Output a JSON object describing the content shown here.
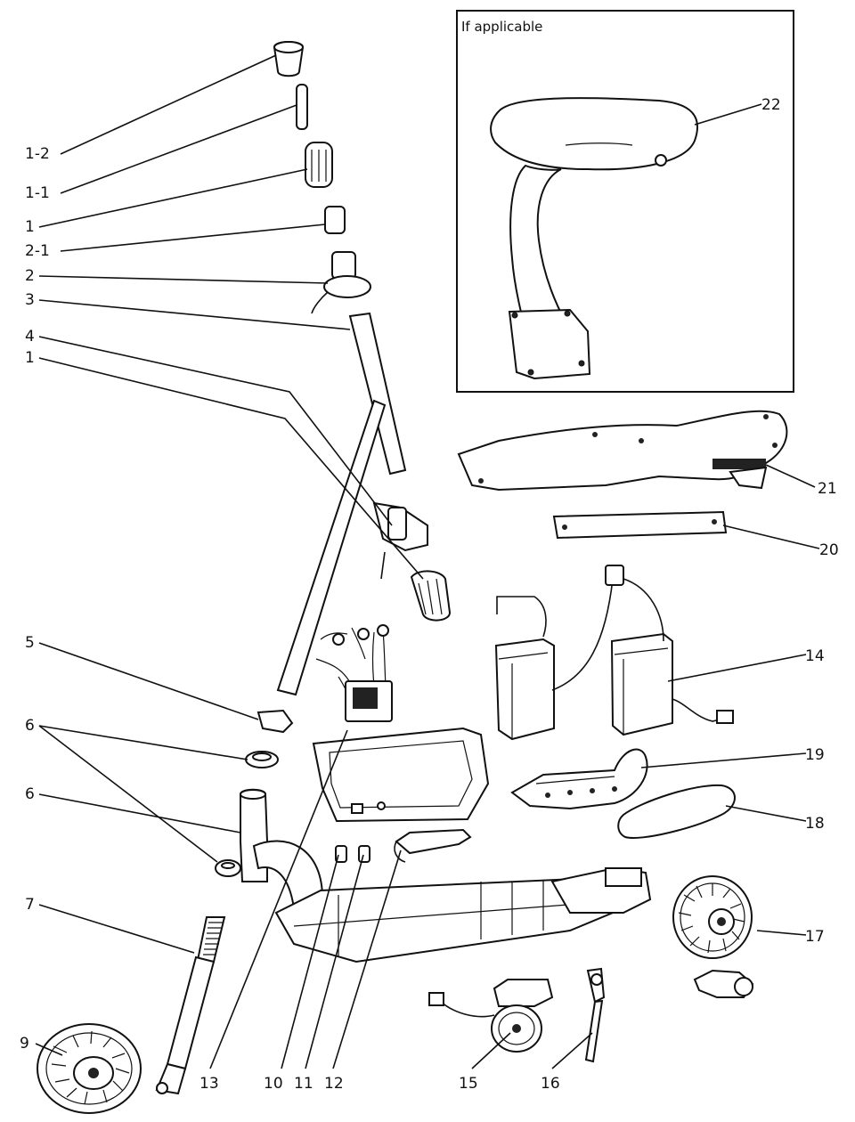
{
  "inset": {
    "title": "If applicable"
  },
  "callouts": [
    {
      "id": "1-2",
      "text": "1-2"
    },
    {
      "id": "1-1",
      "text": "1-1"
    },
    {
      "id": "1a",
      "text": "1"
    },
    {
      "id": "2-1",
      "text": "2-1"
    },
    {
      "id": "2",
      "text": "2"
    },
    {
      "id": "3",
      "text": "3"
    },
    {
      "id": "4",
      "text": "4"
    },
    {
      "id": "1b",
      "text": "1"
    },
    {
      "id": "5",
      "text": "5"
    },
    {
      "id": "6a",
      "text": "6"
    },
    {
      "id": "6b",
      "text": "6"
    },
    {
      "id": "7",
      "text": "7"
    },
    {
      "id": "9",
      "text": "9"
    },
    {
      "id": "13",
      "text": "13"
    },
    {
      "id": "10",
      "text": "10"
    },
    {
      "id": "11",
      "text": "11"
    },
    {
      "id": "12",
      "text": "12"
    },
    {
      "id": "15",
      "text": "15"
    },
    {
      "id": "16",
      "text": "16"
    },
    {
      "id": "17",
      "text": "17"
    },
    {
      "id": "18",
      "text": "18"
    },
    {
      "id": "19",
      "text": "19"
    },
    {
      "id": "14",
      "text": "14"
    },
    {
      "id": "20",
      "text": "20"
    },
    {
      "id": "21",
      "text": "21"
    },
    {
      "id": "22",
      "text": "22"
    }
  ]
}
